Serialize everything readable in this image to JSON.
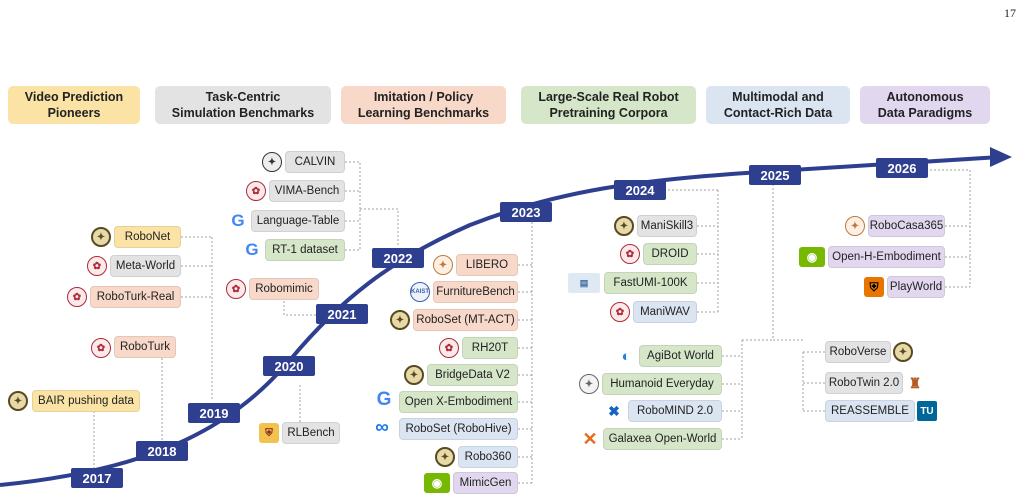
{
  "page_number": "17",
  "colors": {
    "timeline": "#2f3f8f",
    "video": "#fbe3a6",
    "simulation": "#e3e3e3",
    "imitation": "#f8d8c8",
    "realrobot": "#d6e6c9",
    "multimodal": "#dbe5f2",
    "autonomous": "#e1d8ef"
  },
  "categories": [
    {
      "label": "Video Prediction\nPioneers"
    },
    {
      "label": "Task-Centric\nSimulation Benchmarks"
    },
    {
      "label": "Imitation / Policy\nLearning Benchmarks"
    },
    {
      "label": "Large-Scale Real Robot\nPretraining Corpora"
    },
    {
      "label": "Multimodal and\nContact-Rich Data"
    },
    {
      "label": "Autonomous\nData Paradigms"
    }
  ],
  "years": [
    "2017",
    "2018",
    "2019",
    "2020",
    "2021",
    "2022",
    "2023",
    "2024",
    "2025",
    "2026"
  ],
  "items": {
    "y2017": [
      {
        "label": "BAIR pushing data",
        "logo": "seal-icon"
      }
    ],
    "y2018": [
      {
        "label": "RoboTurk",
        "logo": "stanford-seal-icon"
      }
    ],
    "y2019": [
      {
        "label": "RoboNet",
        "logo": "seal-icon"
      },
      {
        "label": "Meta-World",
        "logo": "stanford-seal-icon"
      },
      {
        "label": "RoboTurk-Real",
        "logo": "stanford-seal-icon"
      }
    ],
    "y2020": [
      {
        "label": "RLBench",
        "logo": "shield-icon"
      }
    ],
    "y2021": [
      {
        "label": "Robomimic",
        "logo": "stanford-seal-icon"
      }
    ],
    "y2022": [
      {
        "label": "CALVIN",
        "logo": "seal-icon"
      },
      {
        "label": "VIMA-Bench",
        "logo": "stanford-seal-icon"
      },
      {
        "label": "Language-Table",
        "logo": "google-icon"
      },
      {
        "label": "RT-1 dataset",
        "logo": "google-icon"
      }
    ],
    "y2023": [
      {
        "label": "LIBERO",
        "logo": "seal-icon"
      },
      {
        "label": "FurnitureBench",
        "logo": "kaist-icon"
      },
      {
        "label": "RoboSet (MT-ACT)",
        "logo": "seal-icon"
      },
      {
        "label": "RH20T",
        "logo": "sjtu-icon"
      },
      {
        "label": "BridgeData V2",
        "logo": "seal-icon"
      },
      {
        "label": "Open X-Embodiment",
        "logo": "google-icon"
      },
      {
        "label": "RoboSet (RoboHive)",
        "logo": "meta-icon"
      },
      {
        "label": "Robo360",
        "logo": "seal-icon"
      },
      {
        "label": "MimicGen",
        "logo": "nvidia-icon"
      }
    ],
    "y2024": [
      {
        "label": "ManiSkill3",
        "logo": "seal-icon"
      },
      {
        "label": "DROID",
        "logo": "stanford-seal-icon"
      },
      {
        "label": "FastUMI-100K",
        "logo": "fastumi-icon"
      },
      {
        "label": "ManiWAV",
        "logo": "stanford-seal-icon"
      }
    ],
    "y2025": [
      {
        "label": "AgiBot World",
        "logo": "agibot-icon"
      },
      {
        "label": "Humanoid Everyday",
        "logo": "seal-icon"
      },
      {
        "label": "RoboMIND 2.0",
        "logo": "robomind-icon"
      },
      {
        "label": "Galaxea Open-World",
        "logo": "galaxea-icon"
      },
      {
        "label": "RoboVerse",
        "logo": "seal-icon"
      },
      {
        "label": "RoboTwin 2.0",
        "logo": "crest-icon"
      },
      {
        "label": "REASSEMBLE",
        "logo": "tu-wien-icon",
        "logo_text": "TU"
      }
    ],
    "y2026": [
      {
        "label": "RoboCasa365",
        "logo": "seal-icon"
      },
      {
        "label": "Open-H-Embodiment",
        "logo": "nvidia-icon"
      },
      {
        "label": "PlayWorld",
        "logo": "princeton-shield-icon"
      }
    ]
  }
}
